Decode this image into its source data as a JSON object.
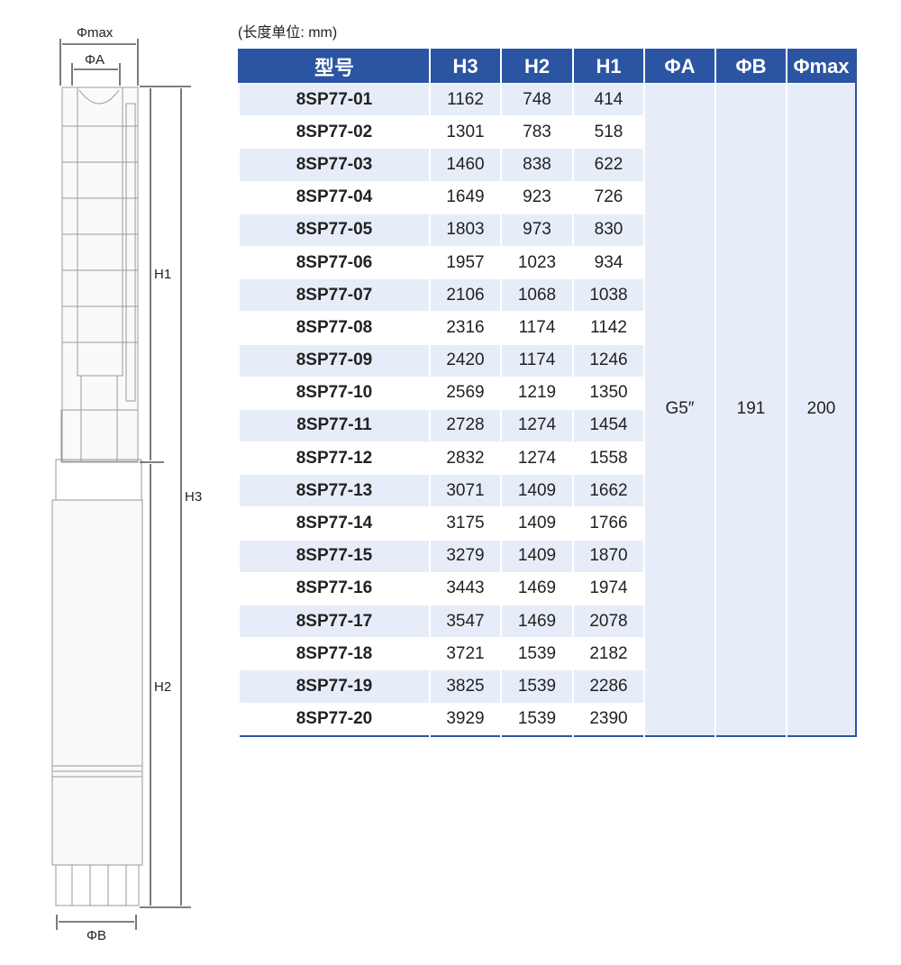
{
  "unit_note": "(长度单位: mm)",
  "drawing_labels": {
    "phi_max": "Φmax",
    "phi_a": "ΦA",
    "phi_b": "ΦB",
    "h1": "H1",
    "h2": "H2",
    "h3": "H3"
  },
  "table": {
    "headers": [
      "型号",
      "H3",
      "H2",
      "H1",
      "ΦA",
      "ΦB",
      "Φmax"
    ],
    "merged": {
      "phi_a": "G5″",
      "phi_b": "191",
      "phi_max": "200"
    },
    "rows": [
      [
        "8SP77-01",
        "1162",
        "748",
        "414"
      ],
      [
        "8SP77-02",
        "1301",
        "783",
        "518"
      ],
      [
        "8SP77-03",
        "1460",
        "838",
        "622"
      ],
      [
        "8SP77-04",
        "1649",
        "923",
        "726"
      ],
      [
        "8SP77-05",
        "1803",
        "973",
        "830"
      ],
      [
        "8SP77-06",
        "1957",
        "1023",
        "934"
      ],
      [
        "8SP77-07",
        "2106",
        "1068",
        "1038"
      ],
      [
        "8SP77-08",
        "2316",
        "1174",
        "1142"
      ],
      [
        "8SP77-09",
        "2420",
        "1174",
        "1246"
      ],
      [
        "8SP77-10",
        "2569",
        "1219",
        "1350"
      ],
      [
        "8SP77-11",
        "2728",
        "1274",
        "1454"
      ],
      [
        "8SP77-12",
        "2832",
        "1274",
        "1558"
      ],
      [
        "8SP77-13",
        "3071",
        "1409",
        "1662"
      ],
      [
        "8SP77-14",
        "3175",
        "1409",
        "1766"
      ],
      [
        "8SP77-15",
        "3279",
        "1409",
        "1870"
      ],
      [
        "8SP77-16",
        "3443",
        "1469",
        "1974"
      ],
      [
        "8SP77-17",
        "3547",
        "1469",
        "2078"
      ],
      [
        "8SP77-18",
        "3721",
        "1539",
        "2182"
      ],
      [
        "8SP77-19",
        "3825",
        "1539",
        "2286"
      ],
      [
        "8SP77-20",
        "3929",
        "1539",
        "2390"
      ]
    ]
  }
}
